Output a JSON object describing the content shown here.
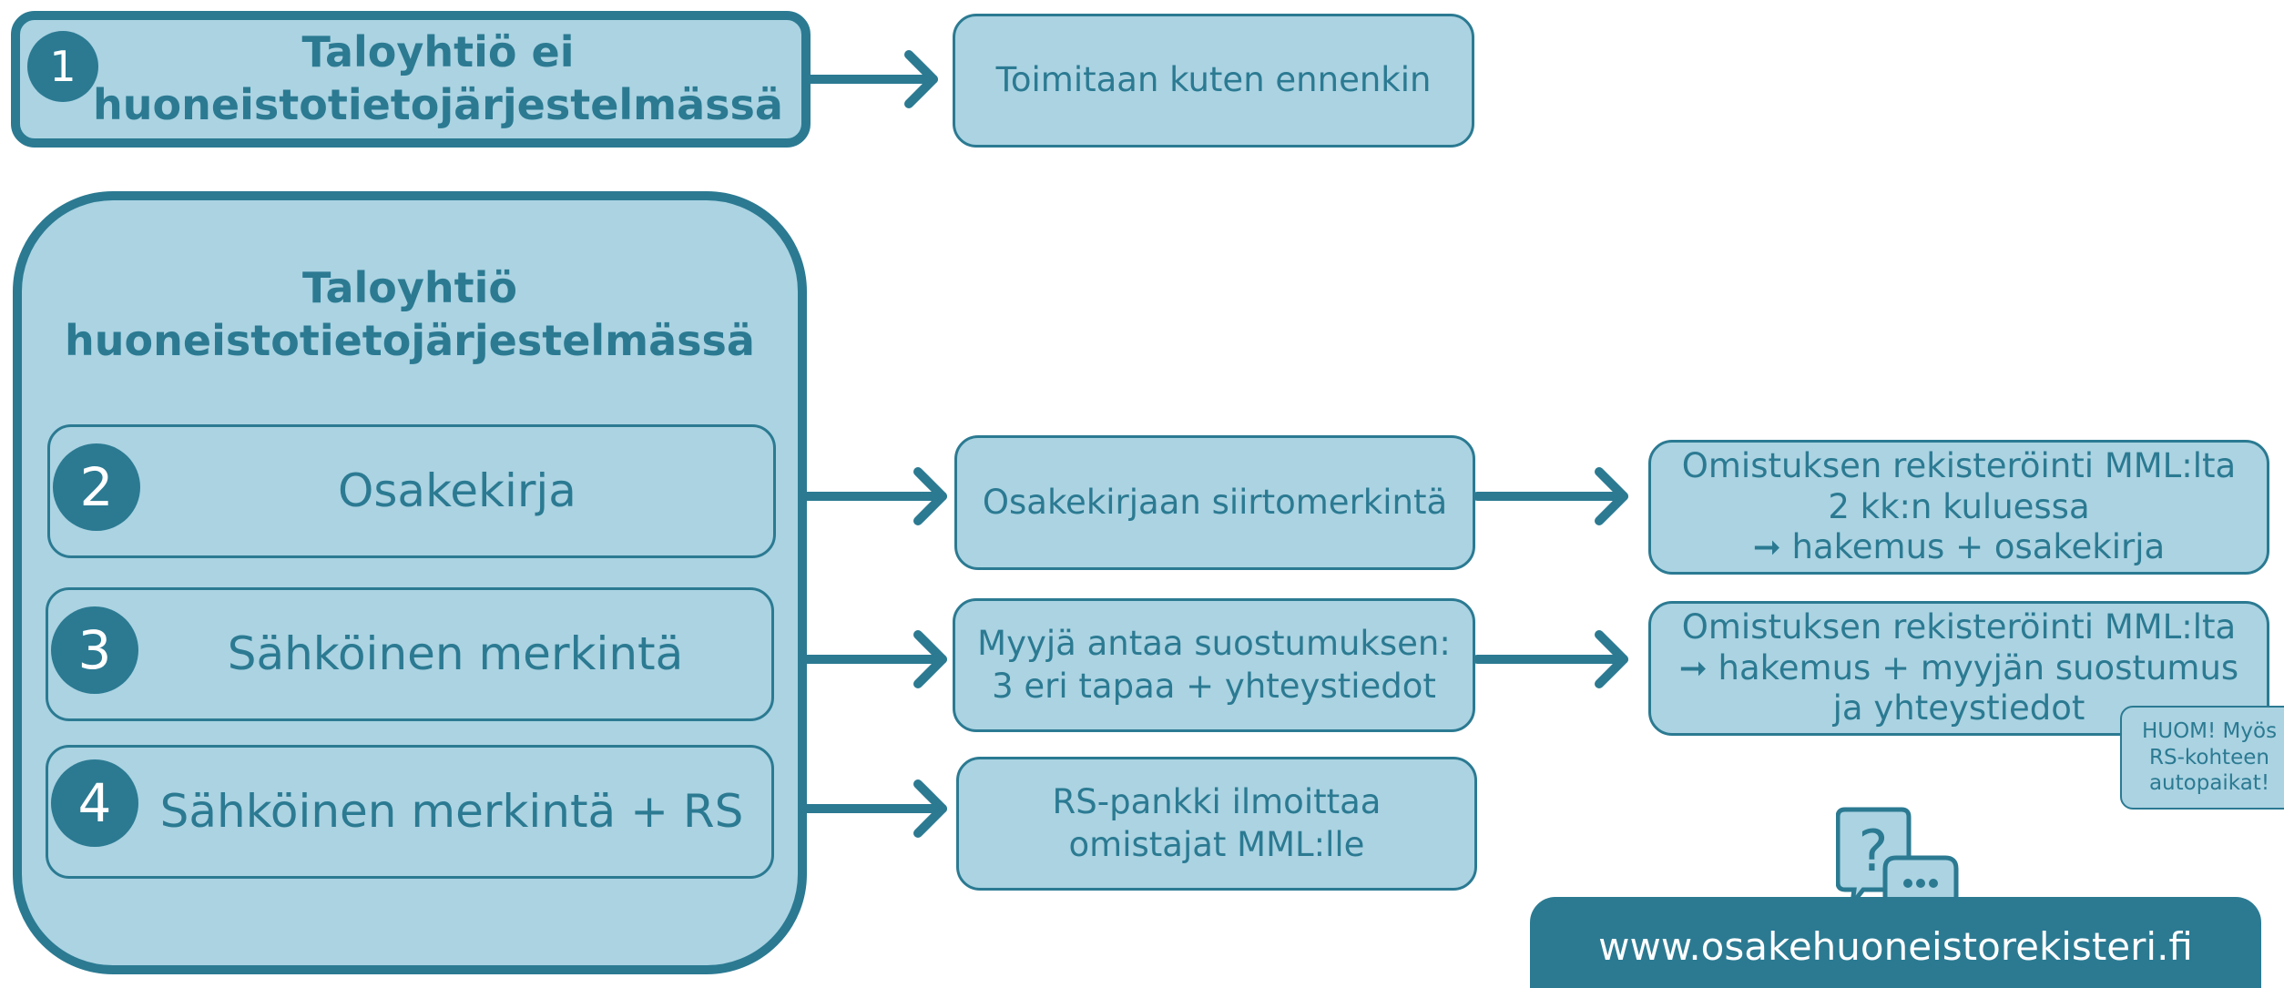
{
  "group1": {
    "number": "1",
    "title": [
      "Taloyhtiö ei",
      "huoneistotietojärjestelmässä"
    ]
  },
  "result1": {
    "text": "Toimitaan kuten ennenkin"
  },
  "group2": {
    "title": [
      "Taloyhtiö",
      "huoneistotietojärjestelmässä"
    ],
    "rows": [
      {
        "number": "2",
        "label": "Osakekirja"
      },
      {
        "number": "3",
        "label": "Sähköinen merkintä"
      },
      {
        "number": "4",
        "label": "Sähköinen merkintä + RS"
      }
    ]
  },
  "middle": [
    {
      "lines": [
        "Osakekirjaan siirtomerkintä"
      ]
    },
    {
      "lines": [
        "Myyjä antaa suostumuksen:",
        "3 eri tapaa + yhteystiedot"
      ]
    },
    {
      "lines": [
        "RS-pankki ilmoittaa",
        "omistajat MML:lle"
      ]
    }
  ],
  "right": [
    {
      "lines": [
        "Omistuksen rekisteröinti MML:lta",
        "2 kk:n kuluessa",
        "➞ hakemus + osakekirja"
      ]
    },
    {
      "lines": [
        "Omistuksen rekisteröinti MML:lta",
        "➞ hakemus + myyjän suostumus",
        "ja yhteystiedot"
      ]
    }
  ],
  "note": {
    "lines": [
      "HUOM! Myös",
      "RS-kohteen",
      "autopaikat!"
    ]
  },
  "banner": {
    "url": "www.osakehuoneistorekisteri.fi"
  },
  "icons": {
    "chat": "question-chat-icon"
  },
  "colors": {
    "accent": "#2b7a92",
    "fill": "#abd3e2",
    "background": "#ffffff"
  }
}
